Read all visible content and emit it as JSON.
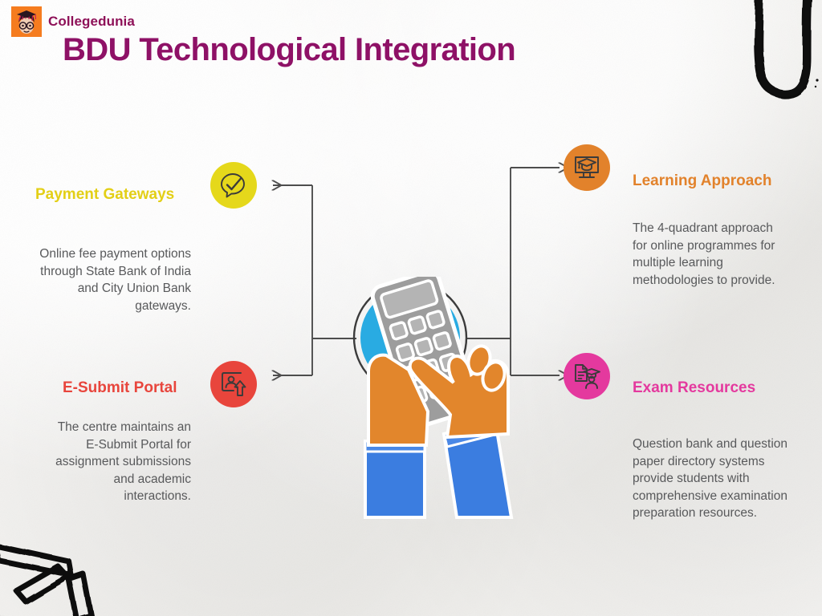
{
  "brand": {
    "logo_text": "Collegedunia",
    "logo_icon": "collegedunia-mascot-icon",
    "logo_bg_color": "#f57c1f",
    "logo_text_color": "#8e1158"
  },
  "header": {
    "title": "BDU Technological Integration",
    "title_color": "#8e1166"
  },
  "decorations": {
    "brush_stroke": "u-shaped-brush-stroke",
    "corner_marks": "three-hand-drawn-bars"
  },
  "center": {
    "illustration_name": "hands-holding-calculator-illustration",
    "circle_color": "#29abe2",
    "device_color": "#9d9d9d",
    "skin_color": "#e2862c",
    "sleeve_color": "#3b7de0"
  },
  "connectors": {
    "line_color": "#4d4d4d",
    "arrow_count": 4
  },
  "nodes": [
    {
      "id": "payment-gateways",
      "title": "Payment Gateways",
      "body": "Online fee payment options through State Bank of India and City Union Bank gateways.",
      "color": "#e5d81b",
      "title_color": "#e3cf16",
      "icon": "speech-bubble-check-icon",
      "side": "left"
    },
    {
      "id": "e-submit-portal",
      "title": "E-Submit Portal",
      "body": "The centre maintains an E-Submit Portal for assignment submissions and academic interactions.",
      "color": "#e8453c",
      "title_color": "#e8453c",
      "icon": "user-upload-icon",
      "side": "left"
    },
    {
      "id": "learning-approach",
      "title": "Learning Approach",
      "body": "The 4-quadrant approach for online programmes for multiple learning methodologies to provide.",
      "color": "#e2822b",
      "title_color": "#e2822b",
      "icon": "monitor-graduation-cap-icon",
      "side": "right"
    },
    {
      "id": "exam-resources",
      "title": "Exam Resources",
      "body": "Question bank and question paper directory systems provide students with comprehensive examination preparation resources.",
      "color": "#e4399e",
      "title_color": "#e4399e",
      "icon": "document-graduate-icon",
      "side": "right"
    }
  ]
}
